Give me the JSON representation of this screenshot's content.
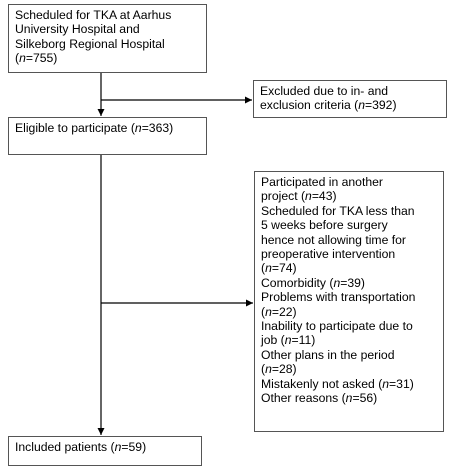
{
  "boxes": {
    "scheduled": {
      "lines": [
        {
          "pre": "Scheduled for TKA at Aarhus",
          "n": "",
          "post": ""
        },
        {
          "pre": "University Hospital and",
          "n": "",
          "post": ""
        },
        {
          "pre": "Silkeborg Regional Hospital",
          "n": "",
          "post": ""
        },
        {
          "pre": "(",
          "n": "n",
          "post": "=755)"
        }
      ]
    },
    "excluded": {
      "lines": [
        {
          "pre": "Excluded due to in- and",
          "n": "",
          "post": ""
        },
        {
          "pre": "exclusion criteria (",
          "n": "n",
          "post": "=392)"
        }
      ]
    },
    "eligible": {
      "lines": [
        {
          "pre": "Eligible to participate (",
          "n": "n",
          "post": "=363)"
        }
      ]
    },
    "reasons": {
      "lines": [
        {
          "pre": "Participated in another",
          "n": "",
          "post": ""
        },
        {
          "pre": "project (",
          "n": "n",
          "post": "=43)"
        },
        {
          "pre": "Scheduled for TKA less than",
          "n": "",
          "post": ""
        },
        {
          "pre": "5 weeks before surgery",
          "n": "",
          "post": ""
        },
        {
          "pre": "hence not allowing time for",
          "n": "",
          "post": ""
        },
        {
          "pre": "preoperative intervention",
          "n": "",
          "post": ""
        },
        {
          "pre": "(",
          "n": "n",
          "post": "=74)"
        },
        {
          "pre": "Comorbidity (",
          "n": "n",
          "post": "=39)"
        },
        {
          "pre": "Problems with transportation",
          "n": "",
          "post": ""
        },
        {
          "pre": "(",
          "n": "n",
          "post": "=22)"
        },
        {
          "pre": "Inability to participate due to",
          "n": "",
          "post": ""
        },
        {
          "pre": "job (",
          "n": "n",
          "post": "=11)"
        },
        {
          "pre": "Other plans in the period",
          "n": "",
          "post": ""
        },
        {
          "pre": "(",
          "n": "n",
          "post": "=28)"
        },
        {
          "pre": "Mistakenly not asked (",
          "n": "n",
          "post": "=31)"
        },
        {
          "pre": "Other reasons (",
          "n": "n",
          "post": "=56)"
        }
      ]
    },
    "included": {
      "lines": [
        {
          "pre": "Included patients (",
          "n": "n",
          "post": "=59)"
        }
      ]
    }
  },
  "colors": {
    "border": "#555555",
    "arrow": "#000000",
    "background": "#ffffff"
  }
}
